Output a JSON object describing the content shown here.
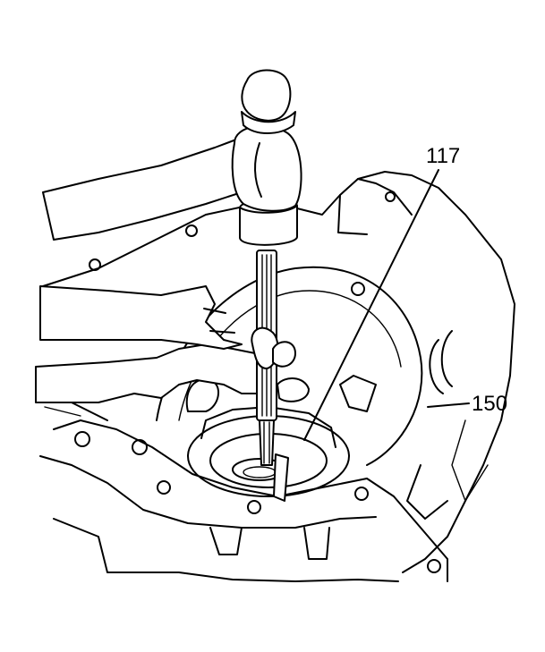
{
  "callouts": [
    {
      "id": "callout-117",
      "label": "117"
    },
    {
      "id": "callout-150",
      "label": "150"
    }
  ],
  "colors": {
    "ink": "#000000",
    "paper": "#ffffff"
  }
}
